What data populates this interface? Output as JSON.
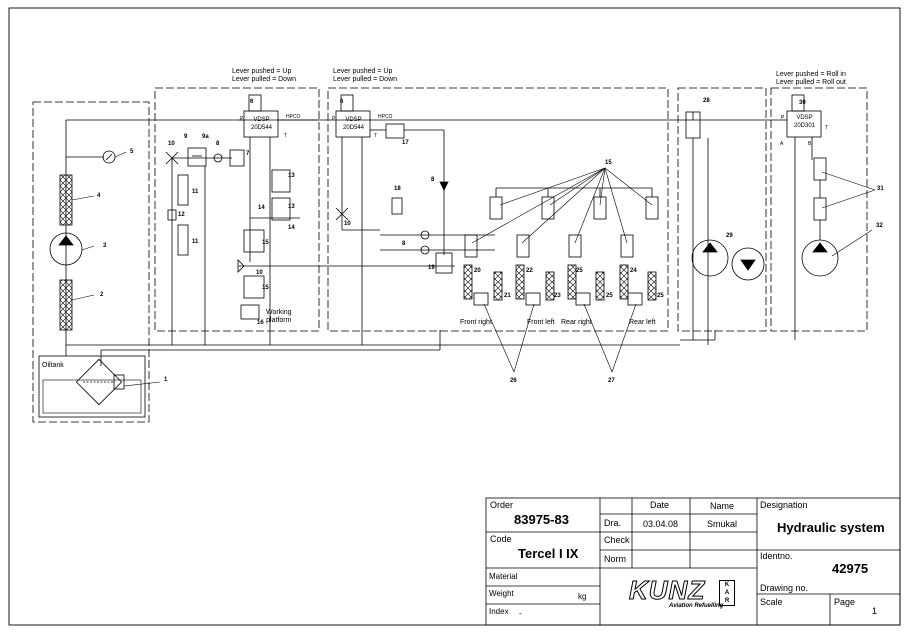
{
  "lever_notes": {
    "left_up": "Lever pushed = Up",
    "left_down": "Lever pulled = Down",
    "mid_up": "Lever pushed = Up",
    "mid_down": "Lever pulled = Down",
    "right_in": "Lever pushed = Roll in",
    "right_out": "Lever pulled = Roll out"
  },
  "labels": {
    "oiltank": "Oiltank",
    "working_platform": "Working\nplatform",
    "front_right": "Front right",
    "front_left": "Front left",
    "rear_right": "Rear right",
    "rear_left": "Rear left",
    "vdsp_1": "VDSP\n20D544",
    "vdsp_2": "VDSP\n20D544",
    "vdsp_3": "VDSP\n20D301",
    "hpco_1": "HPCO",
    "hpco_2": "HPCO"
  },
  "port_letters": {
    "p": "P",
    "t": "T",
    "a": "A",
    "b": "B"
  },
  "callouts": {
    "n1": "1",
    "n2": "2",
    "n3": "3",
    "n4": "4",
    "n5": "5",
    "n6a": "6",
    "n6b": "6",
    "n7": "7",
    "n8a": "8",
    "n8b": "8",
    "n8c": "8",
    "n9": "9",
    "n9a": "9a",
    "n10a": "10",
    "n10b": "10",
    "n10c": "10",
    "n11a": "11",
    "n11b": "11",
    "n12": "12",
    "n13a": "13",
    "n13b": "13",
    "n14a": "14",
    "n14b": "14",
    "n15a": "15",
    "n15b": "15",
    "n15c": "15",
    "n16": "16",
    "n17": "17",
    "n18": "18",
    "n19": "19",
    "n20": "20",
    "n21": "21",
    "n22": "22",
    "n23": "23",
    "n24": "24",
    "n25a": "25",
    "n25b": "25",
    "n25c": "25",
    "n26": "26",
    "n27": "27",
    "n28": "28",
    "n29": "29",
    "n30": "30",
    "n31": "31",
    "n32": "32"
  },
  "title_block": {
    "order_label": "Order",
    "order_value": "83975-83",
    "code_label": "Code",
    "code_value": "Tercel I IX",
    "material_label": "Material",
    "weight_label": "Weight",
    "weight_unit": "kg",
    "index_label": "Index",
    "index_value": "-",
    "date_label": "Date",
    "name_label": "Name",
    "dra_label": "Dra.",
    "dra_date": "03.04.08",
    "dra_name": "Smukal",
    "check_label": "Check",
    "norm_label": "Norm",
    "designation_label": "Designation",
    "designation_value": "Hydraulic system",
    "identno_label": "Identno.",
    "identno_value": "42975",
    "drawing_no_label": "Drawing no.",
    "scale_label": "Scale",
    "page_label": "Page",
    "page_value": "1",
    "logo_text": "KUNZ",
    "logo_tagline": "Aviation Refuelling",
    "logo_badge": "K A R"
  }
}
